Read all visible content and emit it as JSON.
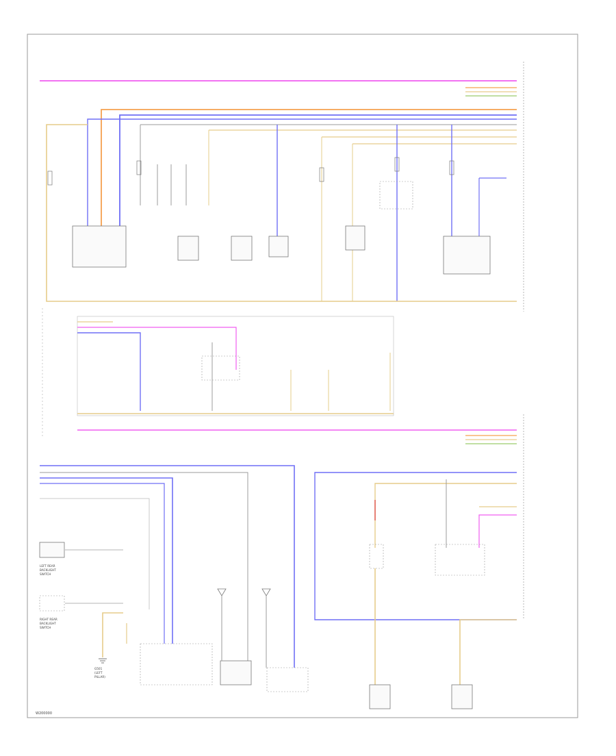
{
  "colors": {
    "pink": "#f15df1",
    "orange": "#f5a04e",
    "blue": "#6f6ff5",
    "tan": "#e6cc8a",
    "gray": "#9b9b9b",
    "red": "#e0524e",
    "background": "#ffffff"
  },
  "labels": {
    "left_door_lamp": [
      "LEFT REAR",
      "BACKLIGHT",
      "SWITCH"
    ],
    "right_door_lamp": [
      "RIGHT REAR",
      "BACKLIGHT",
      "SWITCH"
    ],
    "ground_bottom": [
      "G501",
      "(LEFT",
      "PILLAR)"
    ],
    "footer": "W200000"
  }
}
